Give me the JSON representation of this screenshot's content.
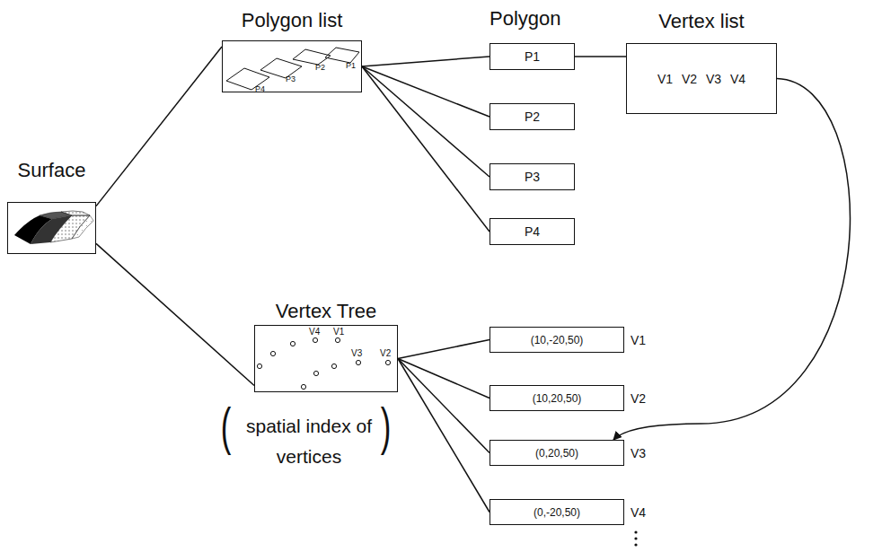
{
  "diagram": {
    "nodes": [
      {
        "text": [
          "Surface"
        ]
      },
      {
        "text": [
          "Polygon list"
        ]
      },
      {
        "text": [
          "P1"
        ]
      },
      {
        "text": [
          "P2"
        ]
      },
      {
        "text": [
          "P3"
        ]
      },
      {
        "text": [
          "P4"
        ]
      },
      {
        "text": [
          "Vertex list",
          "V1 V2 V3 V4"
        ]
      },
      {
        "text": [
          "Vertex Tree"
        ]
      },
      {
        "text": [
          "(10,-20,50)",
          "V1"
        ]
      },
      {
        "text": [
          "(10,20,50)",
          "V2"
        ]
      },
      {
        "text": [
          "(0,20,50)",
          "V3"
        ]
      },
      {
        "text": [
          "(0,-20,50)",
          "V4"
        ]
      }
    ],
    "edges": [
      {
        "from": 0,
        "to": 1,
        "arrow": "none"
      },
      {
        "from": 0,
        "to": 7,
        "arrow": "none"
      },
      {
        "from": 1,
        "to": 2,
        "arrow": "none"
      },
      {
        "from": 1,
        "to": 3,
        "arrow": "none"
      },
      {
        "from": 1,
        "to": 4,
        "arrow": "none"
      },
      {
        "from": 1,
        "to": 5,
        "arrow": "none"
      },
      {
        "from": 2,
        "to": 6,
        "arrow": "none"
      },
      {
        "from": 6,
        "to": 10,
        "arrow": "to"
      },
      {
        "from": 7,
        "to": 8,
        "arrow": "none"
      },
      {
        "from": 7,
        "to": 9,
        "arrow": "none"
      },
      {
        "from": 7,
        "to": 10,
        "arrow": "none"
      },
      {
        "from": 7,
        "to": 11,
        "arrow": "none"
      }
    ],
    "labels": [
      "Polygon",
      "P4",
      "P3",
      "P2",
      "P1",
      "V4",
      "V1",
      "V3",
      "V2",
      "(",
      "spatial index of vertices",
      ")"
    ]
  }
}
